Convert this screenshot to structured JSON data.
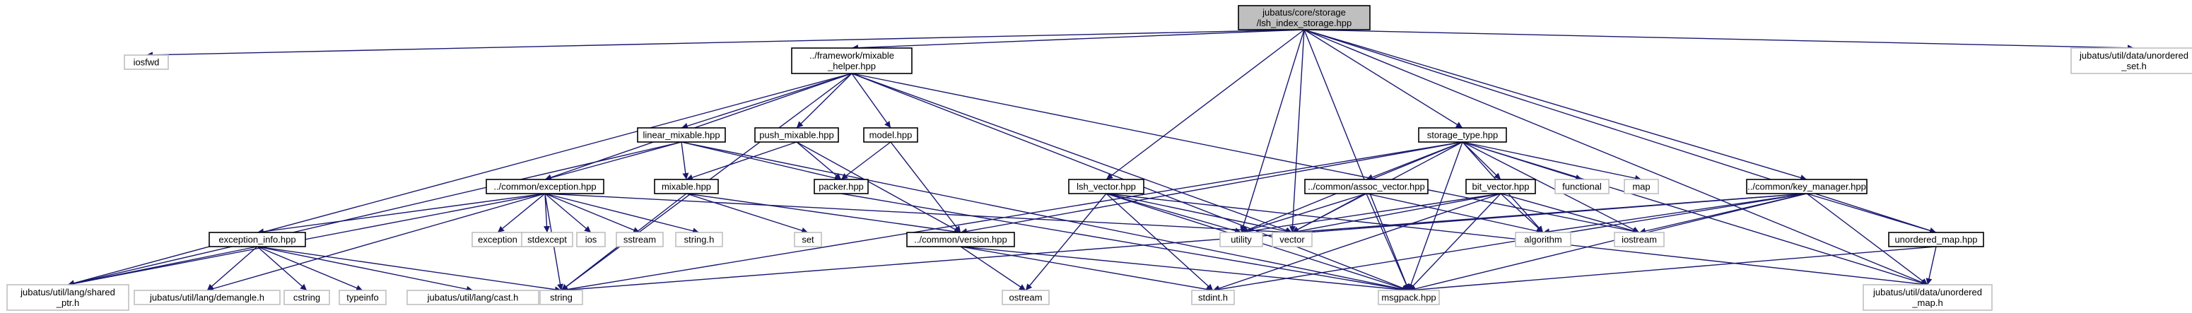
{
  "diagram": {
    "colors": {
      "edge": "#191970",
      "root_fill": "#bfbfbf",
      "external_border": "#bfbfbf"
    },
    "nodes": {
      "root": {
        "lines": [
          "jubatus/core/storage",
          "/lsh_index_storage.hpp"
        ]
      },
      "iosfwd": {
        "lines": [
          "iosfwd"
        ]
      },
      "mixable_helper": {
        "lines": [
          "../framework/mixable",
          "_helper.hpp"
        ]
      },
      "unordered_set": {
        "lines": [
          "jubatus/util/data/unordered",
          "_set.h"
        ]
      },
      "linear_mixable": {
        "lines": [
          "linear_mixable.hpp"
        ]
      },
      "push_mixable": {
        "lines": [
          "push_mixable.hpp"
        ]
      },
      "model": {
        "lines": [
          "model.hpp"
        ]
      },
      "storage_type": {
        "lines": [
          "storage_type.hpp"
        ]
      },
      "exception": {
        "lines": [
          "../common/exception.hpp"
        ]
      },
      "mixable": {
        "lines": [
          "mixable.hpp"
        ]
      },
      "packer": {
        "lines": [
          "packer.hpp"
        ]
      },
      "lsh_vector": {
        "lines": [
          "lsh_vector.hpp"
        ]
      },
      "assoc_vector": {
        "lines": [
          "../common/assoc_vector.hpp"
        ]
      },
      "bit_vector": {
        "lines": [
          "bit_vector.hpp"
        ]
      },
      "functional": {
        "lines": [
          "functional"
        ]
      },
      "map": {
        "lines": [
          "map"
        ]
      },
      "key_manager": {
        "lines": [
          "../common/key_manager.hpp"
        ]
      },
      "exception_info": {
        "lines": [
          "exception_info.hpp"
        ]
      },
      "exception_std": {
        "lines": [
          "exception"
        ]
      },
      "stdexcept": {
        "lines": [
          "stdexcept"
        ]
      },
      "ios": {
        "lines": [
          "ios"
        ]
      },
      "sstream": {
        "lines": [
          "sstream"
        ]
      },
      "string_h": {
        "lines": [
          "string.h"
        ]
      },
      "set": {
        "lines": [
          "set"
        ]
      },
      "version": {
        "lines": [
          "../common/version.hpp"
        ]
      },
      "utility": {
        "lines": [
          "utility"
        ]
      },
      "vector": {
        "lines": [
          "vector"
        ]
      },
      "algorithm": {
        "lines": [
          "algorithm"
        ]
      },
      "iostream": {
        "lines": [
          "iostream"
        ]
      },
      "unordered_map_hpp": {
        "lines": [
          "unordered_map.hpp"
        ]
      },
      "shared_ptr": {
        "lines": [
          "jubatus/util/lang/shared",
          "_ptr.h"
        ]
      },
      "demangle": {
        "lines": [
          "jubatus/util/lang/demangle.h"
        ]
      },
      "cstring": {
        "lines": [
          "cstring"
        ]
      },
      "typeinfo": {
        "lines": [
          "typeinfo"
        ]
      },
      "cast": {
        "lines": [
          "jubatus/util/lang/cast.h"
        ]
      },
      "string": {
        "lines": [
          "string"
        ]
      },
      "ostream": {
        "lines": [
          "ostream"
        ]
      },
      "stdint": {
        "lines": [
          "stdint.h"
        ]
      },
      "msgpack": {
        "lines": [
          "msgpack.hpp"
        ]
      },
      "unordered_map_h": {
        "lines": [
          "jubatus/util/data/unordered",
          "_map.h"
        ]
      }
    },
    "edges": [
      [
        "root",
        "iosfwd"
      ],
      [
        "root",
        "mixable_helper"
      ],
      [
        "root",
        "unordered_set"
      ],
      [
        "root",
        "storage_type"
      ],
      [
        "root",
        "lsh_vector"
      ],
      [
        "root",
        "key_manager"
      ],
      [
        "root",
        "vector"
      ],
      [
        "root",
        "utility"
      ],
      [
        "root",
        "unordered_map_hpp"
      ],
      [
        "root",
        "unordered_map_h"
      ],
      [
        "root",
        "msgpack"
      ],
      [
        "mixable_helper",
        "linear_mixable"
      ],
      [
        "mixable_helper",
        "push_mixable"
      ],
      [
        "mixable_helper",
        "model"
      ],
      [
        "mixable_helper",
        "exception"
      ],
      [
        "mixable_helper",
        "shared_ptr"
      ],
      [
        "mixable_helper",
        "string"
      ],
      [
        "mixable_helper",
        "vector"
      ],
      [
        "mixable_helper",
        "msgpack"
      ],
      [
        "mixable_helper",
        "iostream"
      ],
      [
        "linear_mixable",
        "mixable"
      ],
      [
        "linear_mixable",
        "packer"
      ],
      [
        "linear_mixable",
        "exception"
      ],
      [
        "linear_mixable",
        "shared_ptr"
      ],
      [
        "linear_mixable",
        "msgpack"
      ],
      [
        "push_mixable",
        "mixable"
      ],
      [
        "push_mixable",
        "packer"
      ],
      [
        "push_mixable",
        "version"
      ],
      [
        "model",
        "packer"
      ],
      [
        "model",
        "version"
      ],
      [
        "mixable",
        "set"
      ],
      [
        "mixable",
        "string"
      ],
      [
        "mixable",
        "version"
      ],
      [
        "packer",
        "msgpack"
      ],
      [
        "exception",
        "exception_info"
      ],
      [
        "exception",
        "exception_std"
      ],
      [
        "exception",
        "stdexcept"
      ],
      [
        "exception",
        "ios"
      ],
      [
        "exception",
        "sstream"
      ],
      [
        "exception",
        "string_h"
      ],
      [
        "exception",
        "shared_ptr"
      ],
      [
        "exception",
        "demangle"
      ],
      [
        "exception",
        "string"
      ],
      [
        "exception",
        "vector"
      ],
      [
        "exception_info",
        "shared_ptr"
      ],
      [
        "exception_info",
        "demangle"
      ],
      [
        "exception_info",
        "cstring"
      ],
      [
        "exception_info",
        "typeinfo"
      ],
      [
        "exception_info",
        "cast"
      ],
      [
        "exception_info",
        "string"
      ],
      [
        "version",
        "ostream"
      ],
      [
        "version",
        "stdint"
      ],
      [
        "version",
        "msgpack"
      ],
      [
        "storage_type",
        "assoc_vector"
      ],
      [
        "storage_type",
        "bit_vector"
      ],
      [
        "storage_type",
        "functional"
      ],
      [
        "storage_type",
        "map"
      ],
      [
        "storage_type",
        "utility"
      ],
      [
        "storage_type",
        "vector"
      ],
      [
        "storage_type",
        "algorithm"
      ],
      [
        "storage_type",
        "iostream"
      ],
      [
        "storage_type",
        "version"
      ],
      [
        "storage_type",
        "string"
      ],
      [
        "storage_type",
        "msgpack"
      ],
      [
        "storage_type",
        "unordered_map_h"
      ],
      [
        "assoc_vector",
        "utility"
      ],
      [
        "assoc_vector",
        "vector"
      ],
      [
        "assoc_vector",
        "algorithm"
      ],
      [
        "assoc_vector",
        "msgpack"
      ],
      [
        "bit_vector",
        "utility"
      ],
      [
        "bit_vector",
        "vector"
      ],
      [
        "bit_vector",
        "algorithm"
      ],
      [
        "bit_vector",
        "iostream"
      ],
      [
        "bit_vector",
        "stdint"
      ],
      [
        "bit_vector",
        "msgpack"
      ],
      [
        "lsh_vector",
        "vector"
      ],
      [
        "lsh_vector",
        "utility"
      ],
      [
        "lsh_vector",
        "ostream"
      ],
      [
        "lsh_vector",
        "stdint"
      ],
      [
        "lsh_vector",
        "msgpack"
      ],
      [
        "lsh_vector",
        "unordered_map_h"
      ],
      [
        "key_manager",
        "vector"
      ],
      [
        "key_manager",
        "algorithm"
      ],
      [
        "key_manager",
        "iostream"
      ],
      [
        "key_manager",
        "unordered_map_hpp"
      ],
      [
        "key_manager",
        "unordered_map_h"
      ],
      [
        "key_manager",
        "msgpack"
      ],
      [
        "key_manager",
        "string"
      ],
      [
        "key_manager",
        "stdint"
      ],
      [
        "unordered_map_hpp",
        "unordered_map_h"
      ],
      [
        "unordered_map_hpp",
        "msgpack"
      ]
    ]
  }
}
